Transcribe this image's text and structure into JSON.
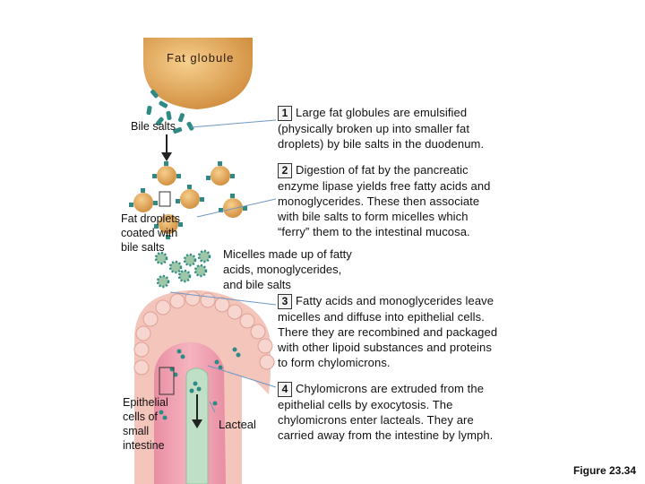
{
  "labels": {
    "fat_globule": "Fat globule",
    "bile_salts": "Bile salts",
    "fat_droplets": [
      "Fat droplets",
      "coated with",
      "bile salts"
    ],
    "micelles": [
      "Micelles made up of fatty",
      "acids, monoglycerides,",
      "and bile salts"
    ],
    "epithelial": [
      "Epithelial",
      "cells of",
      "small",
      "intestine"
    ],
    "lacteal": "Lacteal"
  },
  "steps": [
    {
      "num": "1",
      "lines": [
        "Large fat globules are emulsified",
        "(physically broken up into smaller fat",
        "droplets) by bile salts in the duodenum."
      ]
    },
    {
      "num": "2",
      "lines": [
        "Digestion of fat by the pancreatic",
        "enzyme lipase yields free fatty acids and",
        "monoglycerides. These then associate",
        "with bile salts to form micelles which",
        "“ferry” them to the intestinal mucosa."
      ]
    },
    {
      "num": "3",
      "lines": [
        "Fatty acids and monoglycerides leave",
        "micelles and diffuse into epithelial cells.",
        "There they are recombined and packaged",
        "with other lipoid substances and proteins",
        "to form chylomicrons."
      ]
    },
    {
      "num": "4",
      "lines": [
        "Chylomicrons are extruded from the",
        "epithelial cells by exocytosis. The",
        "chylomicrons enter lacteals. They are",
        "carried away from the intestine by lymph."
      ]
    }
  ],
  "figure_label": "Figure 23.34",
  "colors": {
    "fat": "#e3a85a",
    "fat_dark": "#c98a3a",
    "bile": "#2f8a86",
    "epithelium": "#f2b9b0",
    "villus_pink": "#e88fa0",
    "lacteal": "#b8dcc0",
    "leader": "#6f97c4"
  }
}
